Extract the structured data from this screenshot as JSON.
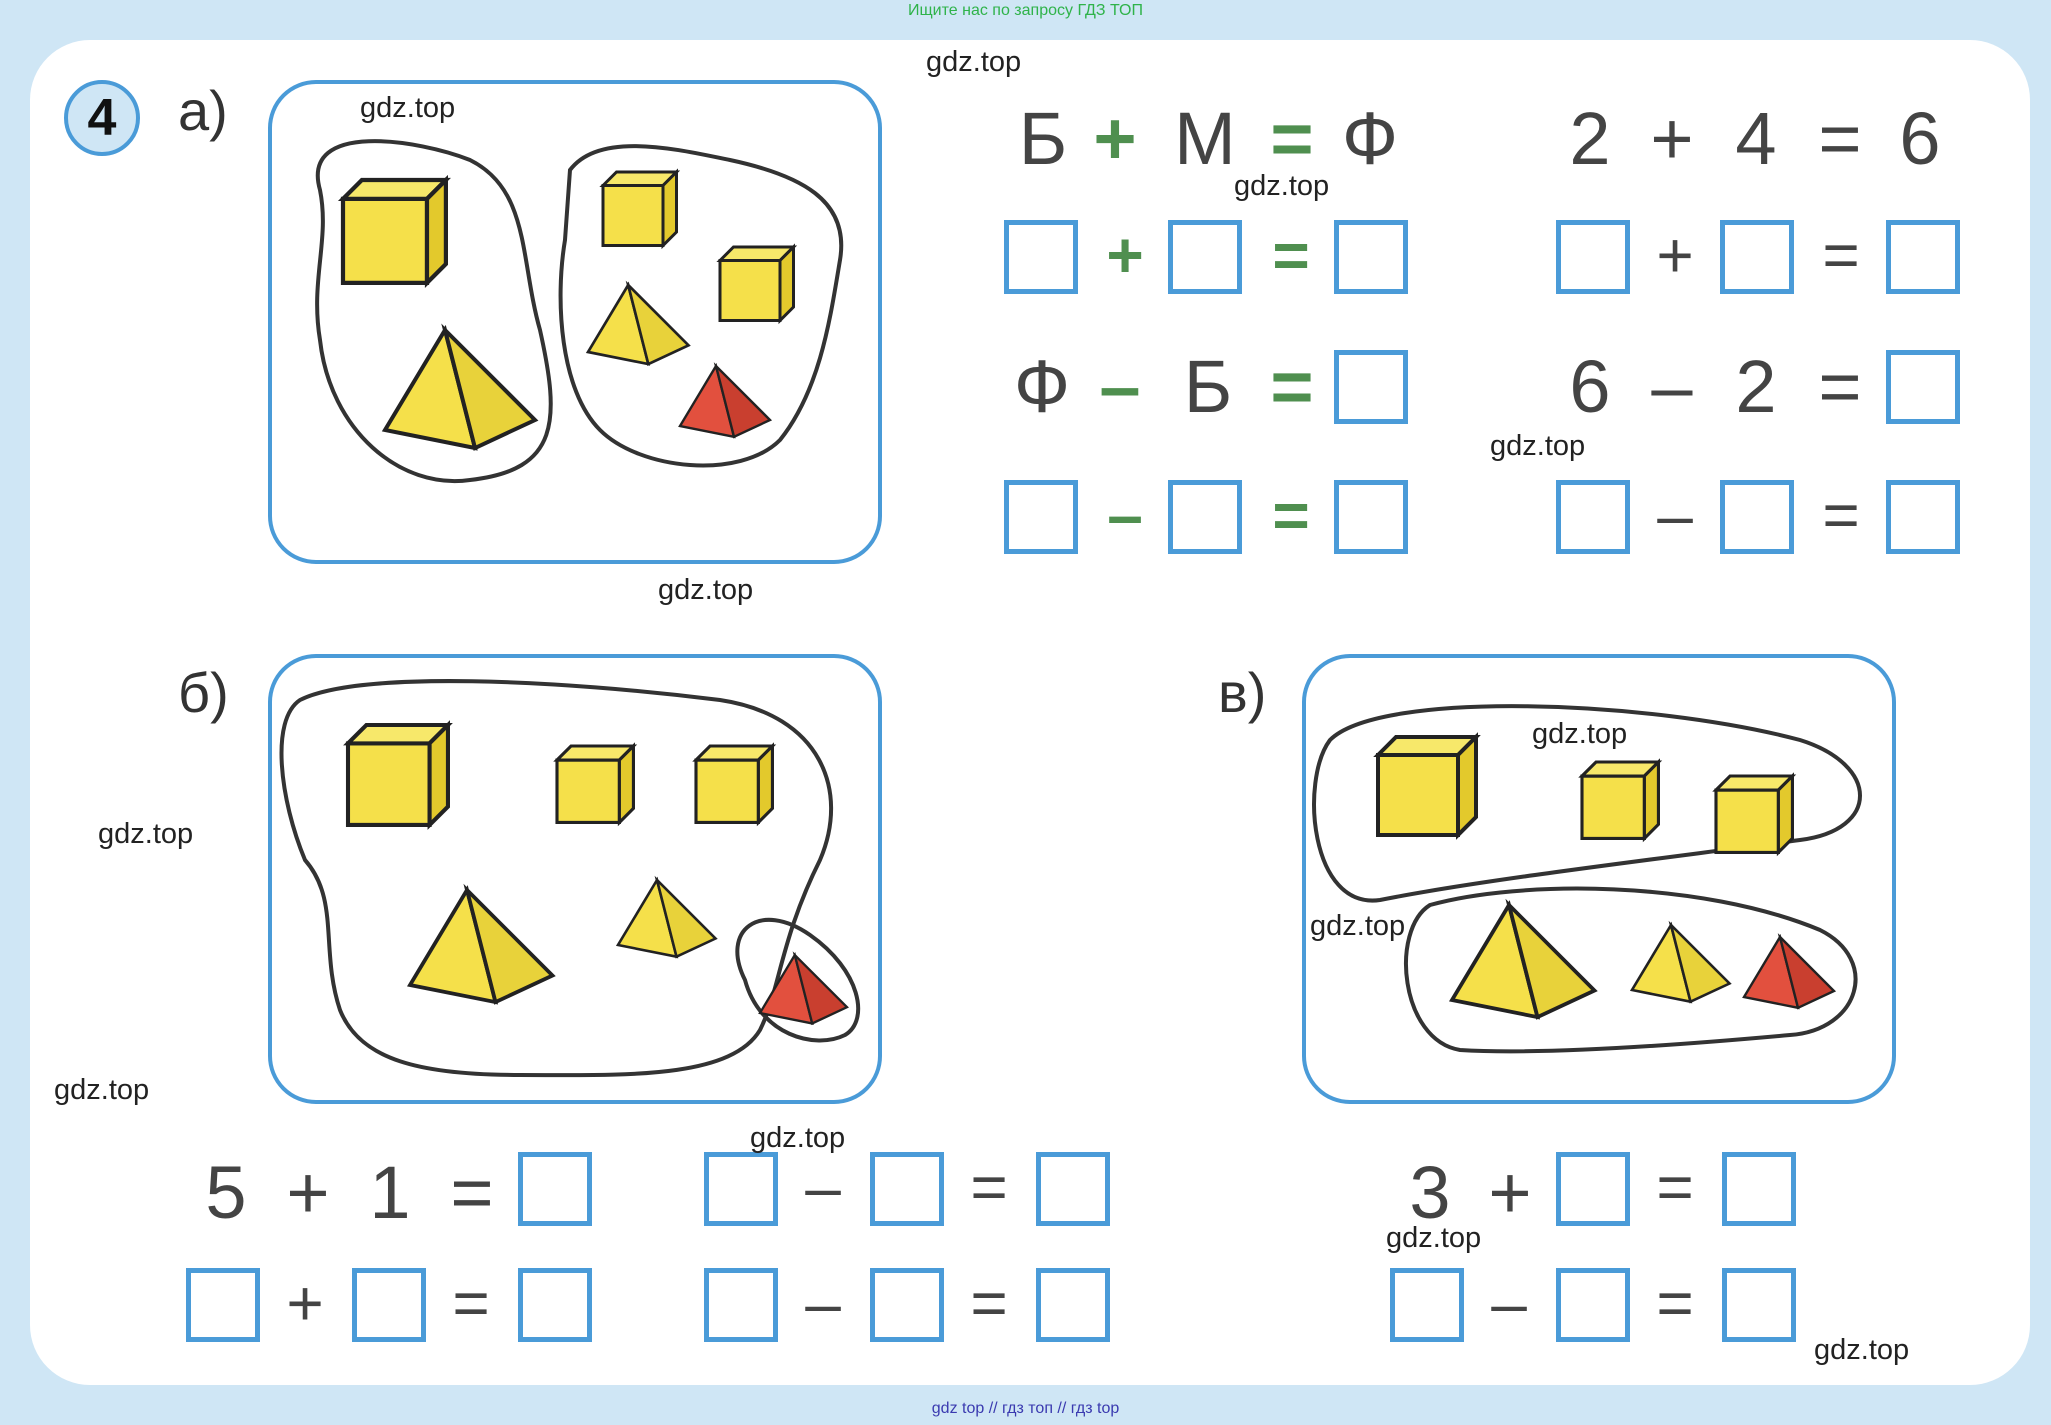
{
  "header": {
    "banner": "Ищите нас по запросу ГДЗ ТОП"
  },
  "footer": {
    "banner": "gdz top  //  гдз топ  //  гдз top"
  },
  "task": {
    "number": "4"
  },
  "parts": {
    "a": "а)",
    "b": "б)",
    "v": "в)"
  },
  "watermark": "gdz.top",
  "part_a": {
    "letter_eq": {
      "t1": "Б",
      "op": "+",
      "t2": "М",
      "eq": "=",
      "r": "Ф"
    },
    "letter_eq2": {
      "t1": "Ф",
      "op": "–",
      "t2": "Б",
      "eq": "="
    },
    "num_eq": {
      "t1": "2",
      "op": "+",
      "t2": "4",
      "eq": "=",
      "r": "6"
    },
    "num_eq2": {
      "t1": "6",
      "op": "–",
      "t2": "2",
      "eq": "="
    },
    "plus": "+",
    "minus": "–",
    "equals": "="
  },
  "part_b": {
    "eq1": {
      "t1": "5",
      "op": "+",
      "t2": "1",
      "eq": "="
    },
    "plus": "+",
    "minus": "–",
    "equals": "="
  },
  "part_v": {
    "eq1": {
      "t1": "3",
      "op": "+",
      "eq": "="
    },
    "minus": "–",
    "equals": "="
  },
  "colors": {
    "accent": "#4a9bd8",
    "yellow": "#f5e04a",
    "red": "#e2503e",
    "green": "#4f8f4f"
  }
}
